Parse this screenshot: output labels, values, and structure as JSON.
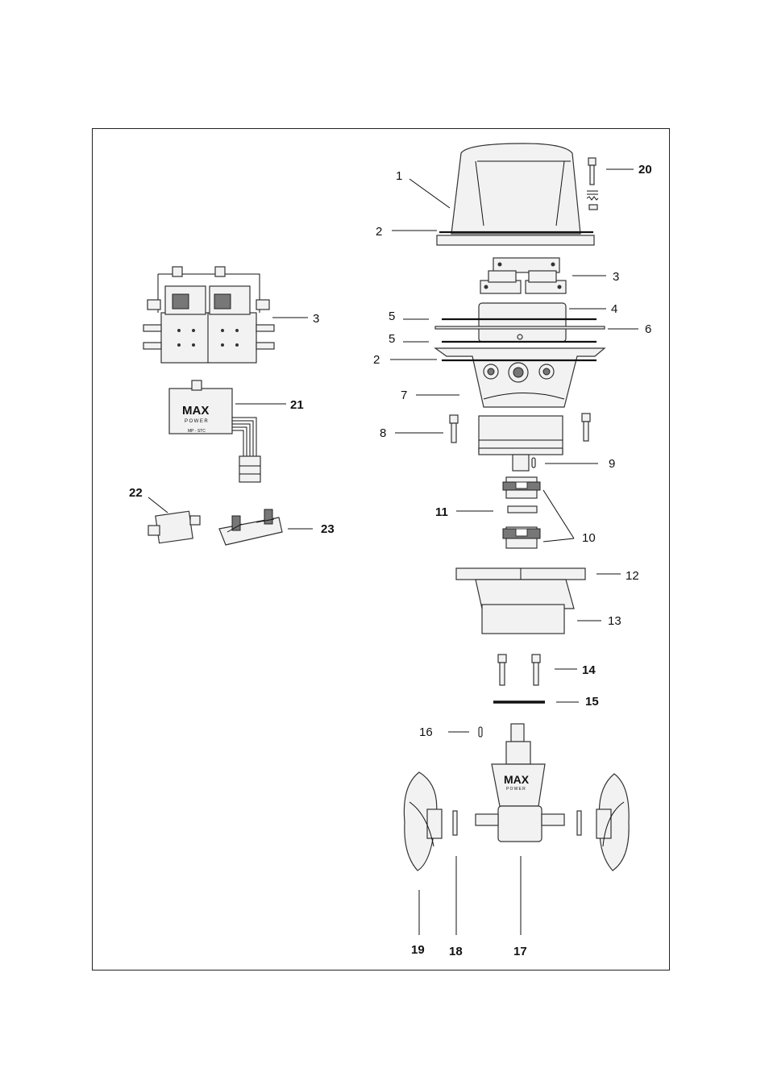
{
  "logo": {
    "brand": "MAX",
    "sub": "POWER"
  },
  "module_code": "MP - STC",
  "callouts": {
    "c1": "1",
    "c2a": "2",
    "c2b": "2",
    "c3a": "3",
    "c3b": "3",
    "c4": "4",
    "c5a": "5",
    "c5b": "5",
    "c6": "6",
    "c7": "7",
    "c8": "8",
    "c9": "9",
    "c10": "10",
    "c11": "11",
    "c12": "12",
    "c13": "13",
    "c14": "14",
    "c15": "15",
    "c16": "16",
    "c17": "17",
    "c18": "18",
    "c19": "19",
    "c20": "20",
    "c21": "21",
    "c22": "22",
    "c23": "23"
  }
}
